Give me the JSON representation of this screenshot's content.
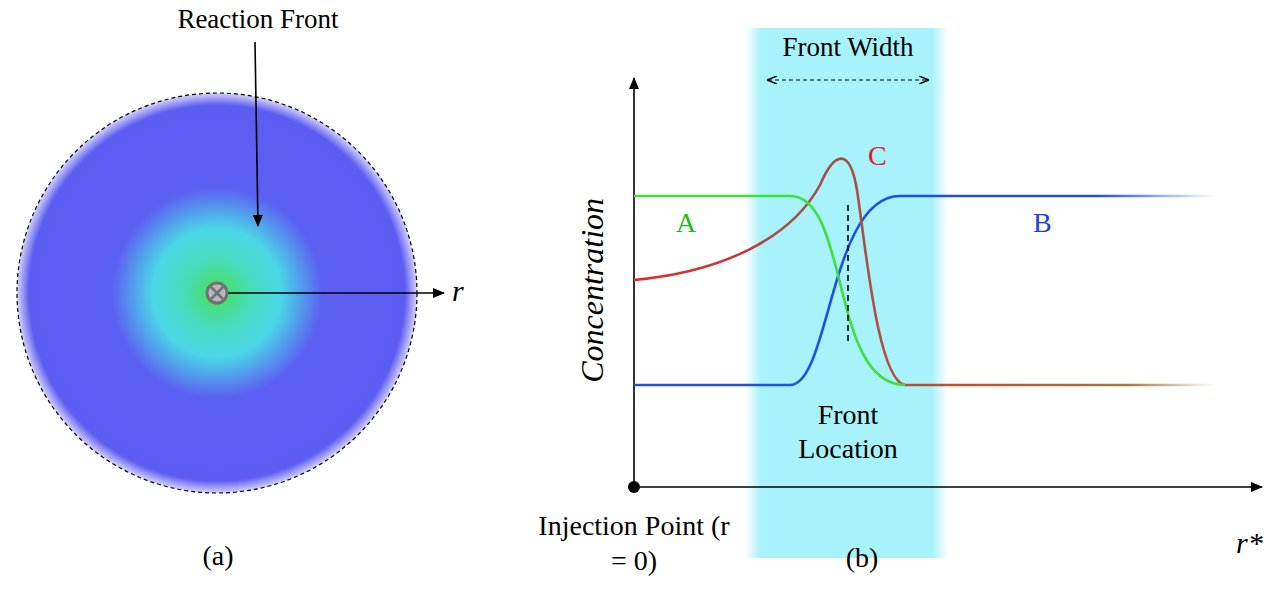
{
  "diagram": {
    "labels": [
      "Reaction Front",
      "r",
      "(a)",
      "Concentration",
      "Front Width",
      "A",
      "C",
      "B",
      "Front Location",
      "Injection Point (r = 0)",
      "(b)",
      "r*"
    ]
  }
}
